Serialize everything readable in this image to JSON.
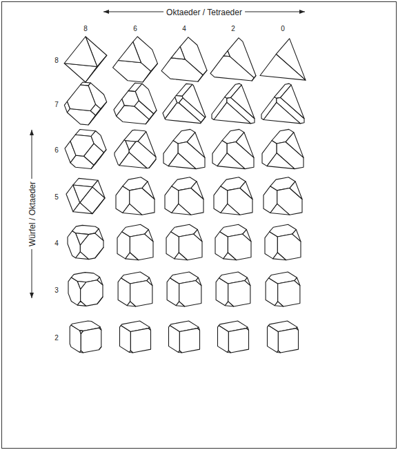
{
  "diagram": {
    "labels": [
      "Oktaeder / Tetraeder",
      "8",
      "6",
      "4",
      "2",
      "0",
      "8",
      "7",
      "6",
      "5",
      "4",
      "3",
      "2",
      "Würfel / Oktaeder"
    ]
  }
}
